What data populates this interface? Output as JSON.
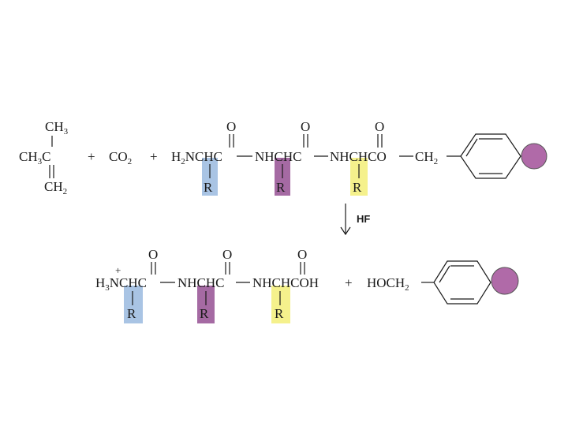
{
  "colors": {
    "highlight_blue": "#a9c4e4",
    "highlight_purple": "#a56aa3",
    "highlight_yellow": "#f5f18c",
    "resin_bead": "#b06aa8",
    "ink": "#1a1a1a"
  },
  "reaction": {
    "reagent_label": "HF",
    "top": {
      "isobutylene": {
        "ch3_top": "CH",
        "sub_3": "3",
        "ch3_left": "CH",
        "c": "C",
        "ch2_bottom": "CH",
        "sub_2": "2"
      },
      "plus": "+",
      "co2": {
        "text": "CO",
        "sub": "2"
      },
      "peptide": {
        "h2n": "H",
        "h2n_sub": "2",
        "nchc": "NCHC",
        "nhchc_1": "NHCHC",
        "nhchco": "NHCHCO",
        "ch2": "CH",
        "ch2_sub": "2"
      },
      "oxygen": "O",
      "r_group": "R"
    },
    "bottom": {
      "peptide": {
        "h3n": "H",
        "h3n_sub": "3",
        "nchc": "NCHC",
        "plus_charge": "+",
        "nhchc_1": "NHCHC",
        "nhchcoh": "NHCHCOH"
      },
      "plus": "+",
      "hoch2": {
        "text": "HOCH",
        "sub": "2"
      },
      "oxygen": "O",
      "r_group": "R"
    }
  }
}
